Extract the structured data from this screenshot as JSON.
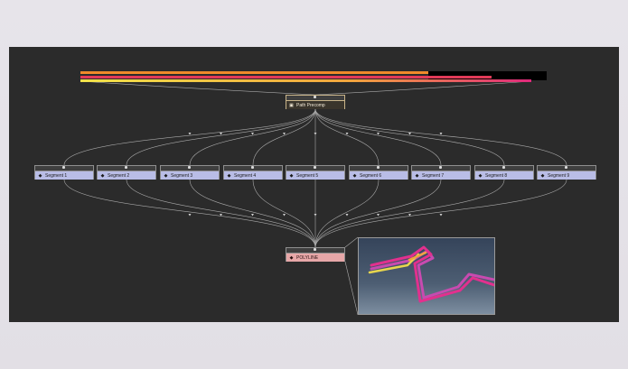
{
  "path_precomp": {
    "label": "Path Precomp"
  },
  "segments": [
    {
      "label": "Segment 1"
    },
    {
      "label": "Segment 2"
    },
    {
      "label": "Segment 3"
    },
    {
      "label": "Segment 4"
    },
    {
      "label": "Segment 5"
    },
    {
      "label": "Segment 6"
    },
    {
      "label": "Segment 7"
    },
    {
      "label": "Segment 8"
    },
    {
      "label": "Segment 9"
    }
  ],
  "polyline": {
    "label": "POLYLINE"
  },
  "colors": {
    "canvas_bg": "#2b2b2b",
    "segment_node": "#b9bde6",
    "polyline_node": "#e7a7a8",
    "precomp_outline": "#c9b489",
    "bar_orange": "#f08a2a",
    "bar_red": "#e23a58",
    "bar_yellow": "#f1e34a",
    "bar_magenta": "#e0297b"
  },
  "icons": {
    "segment": "shape-icon",
    "precomp": "precomp-icon",
    "polyline": "polyline-icon"
  }
}
